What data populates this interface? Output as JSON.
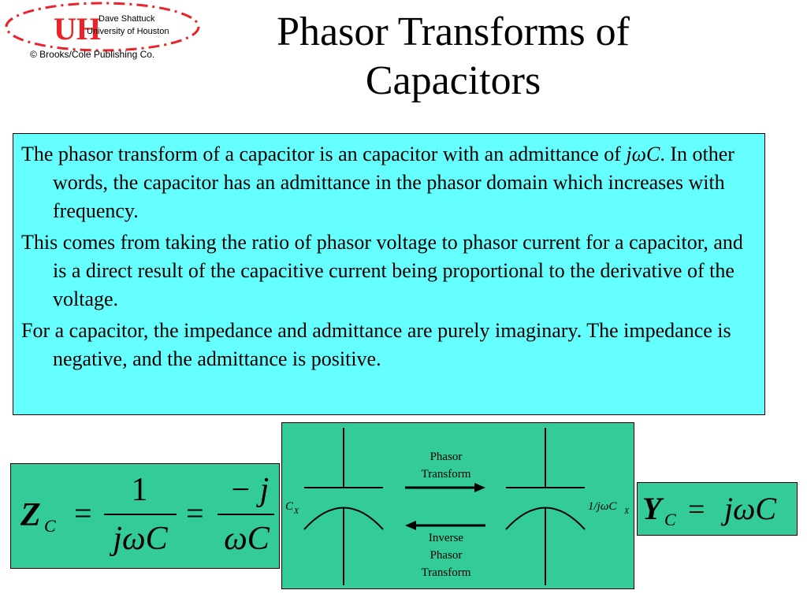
{
  "header": {
    "author": "Dave Shattuck",
    "university": "University of Houston",
    "copyright": "© Brooks/Cole Publishing Co.",
    "logo_letters": "UH"
  },
  "title": {
    "line1": "Phasor Transforms of",
    "line2": "Capacitors"
  },
  "paragraphs": {
    "p1_a": "The phasor transform of a capacitor is an capacitor with an admittance of ",
    "p1_sym": "jωC",
    "p1_b": ".  In other words, the capacitor has an admittance in the phasor domain which increases with frequency.",
    "p2": "This comes from taking the ratio of phasor voltage to phasor current for a capacitor, and is a direct result of the capacitive current being proportional to the derivative of the voltage.",
    "p3": "For a capacitor, the impedance and admittance are purely imaginary.  The impedance is negative, and the admittance is positive."
  },
  "impedance_eq": {
    "lhs": "Z",
    "lhs_sub": "C",
    "eq1": "=",
    "frac1_num": "1",
    "frac1_den": "jωC",
    "eq2": "=",
    "frac2_num": "− j",
    "frac2_den": "ωC"
  },
  "admittance_eq": {
    "lhs": "Y",
    "lhs_sub": "C",
    "eq": "=",
    "rhs": "jωC"
  },
  "diagram": {
    "forward_label_1": "Phasor",
    "forward_label_2": "Transform",
    "inverse_label_1": "Inverse",
    "inverse_label_2": "Phasor",
    "inverse_label_3": "Transform",
    "left_cap": "C",
    "left_cap_sub": "X",
    "right_cap": "1/jωC",
    "right_cap_sub": "X"
  },
  "colors": {
    "text_box_bg": "#66ffff",
    "equation_bg": "#33cc99",
    "logo_red": "#e8232a"
  }
}
